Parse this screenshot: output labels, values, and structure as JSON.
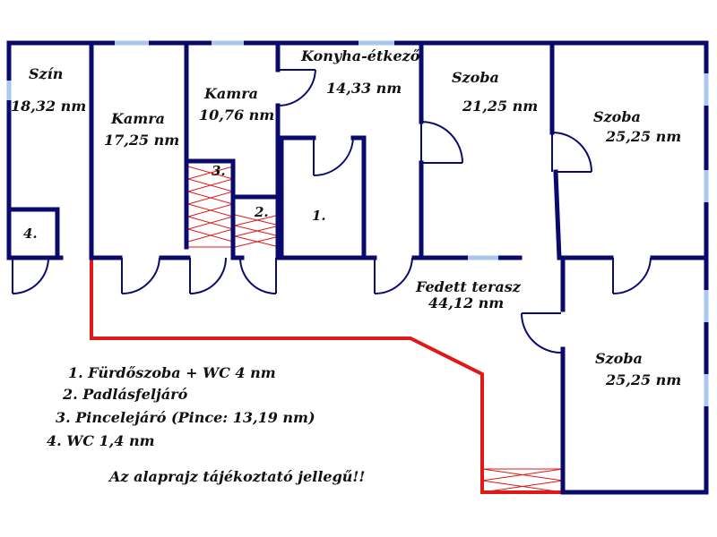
{
  "colors": {
    "wall": "#0a0a6e",
    "window": "#a8c8f0",
    "terrace": "#e01818",
    "door": "#0a0a6e",
    "text": "#111111"
  },
  "rooms": {
    "szin": {
      "name": "Szín",
      "area": "18,32 nm"
    },
    "kamra1": {
      "name": "Kamra",
      "area": "17,25 nm"
    },
    "kamra2": {
      "name": "Kamra",
      "area": "10,76 nm"
    },
    "konyha": {
      "name": "Konyha-étkező",
      "area": "14,33 nm"
    },
    "szoba1": {
      "name": "Szoba",
      "area": "21,25 nm"
    },
    "szoba2": {
      "name": "Szoba",
      "area": "25,25 nm"
    },
    "szoba3": {
      "name": "Szoba",
      "area": "25,25 nm"
    },
    "terasz": {
      "name": "Fedett terasz",
      "area": "44,12 nm"
    }
  },
  "markers": {
    "m1": "1.",
    "m2": "2.",
    "m3": "3.",
    "m4": "4."
  },
  "legend": [
    "1. Fürdőszoba + WC 4 nm",
    "2. Padlásfeljáró",
    "3. Pincelejáró (Pince: 13,19 nm)",
    "4. WC 1,4 nm"
  ],
  "note": "Az alaprajz tájékoztató jellegű!!"
}
